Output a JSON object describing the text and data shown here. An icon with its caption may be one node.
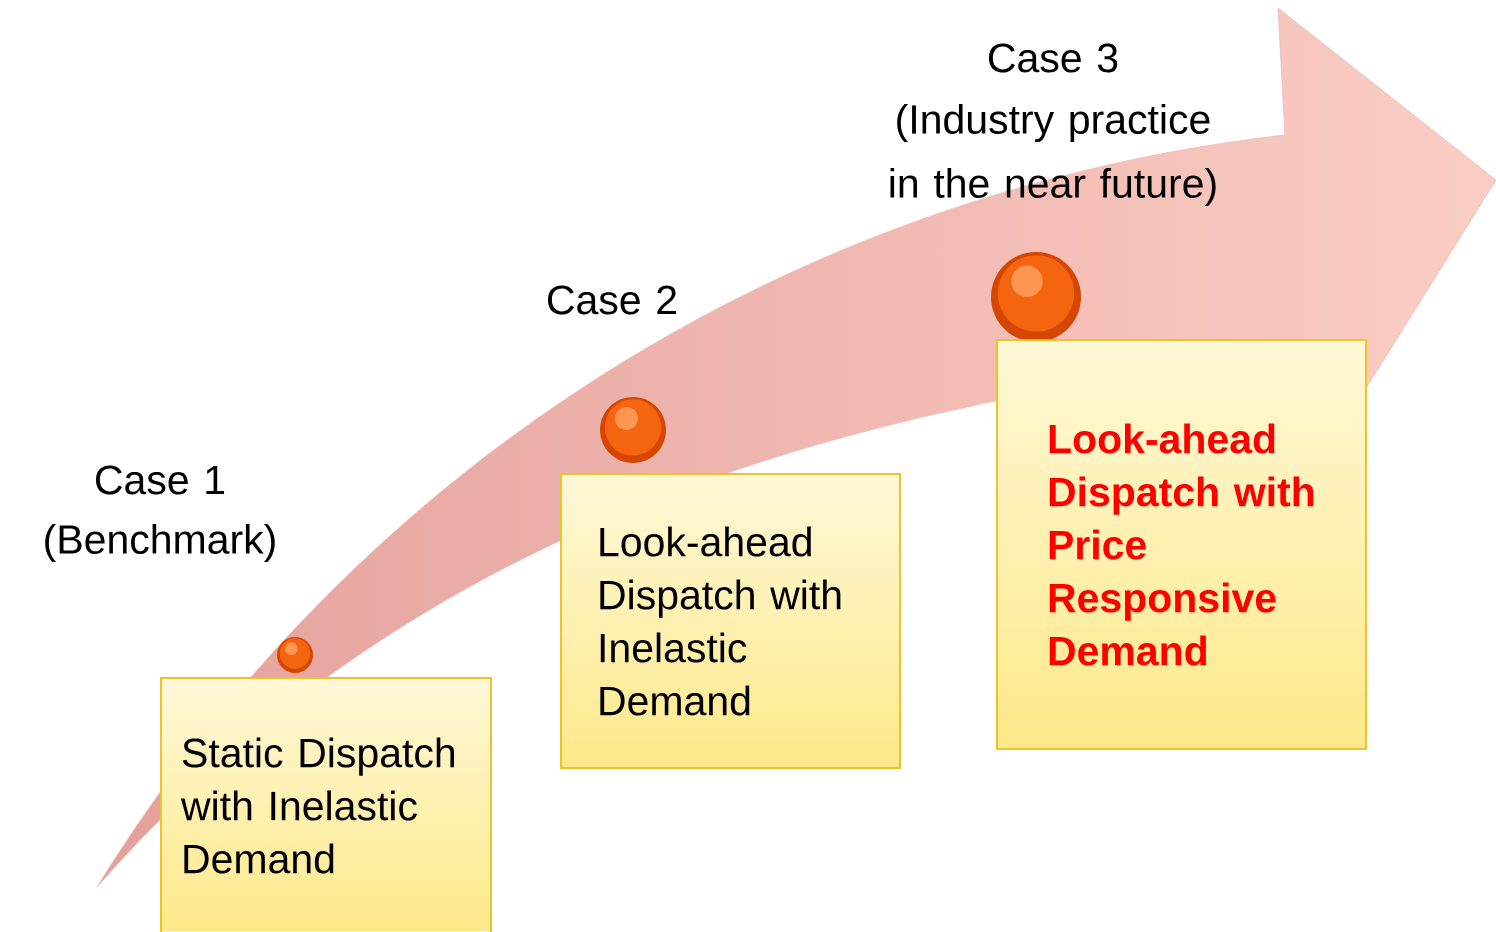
{
  "diagram": {
    "nodes": [
      {
        "text": [
          "Static Dispatch with Inelastic Demand"
        ]
      },
      {
        "text": [
          "Look-ahead Dispatch with Inelastic Demand"
        ]
      },
      {
        "text": [
          "Look-ahead Dispatch with Price Responsive Demand"
        ]
      }
    ],
    "labels": [
      "Case 1",
      "(Benchmark)",
      "Case 2",
      "Case 3",
      "(Industry practice in the near future)"
    ]
  }
}
